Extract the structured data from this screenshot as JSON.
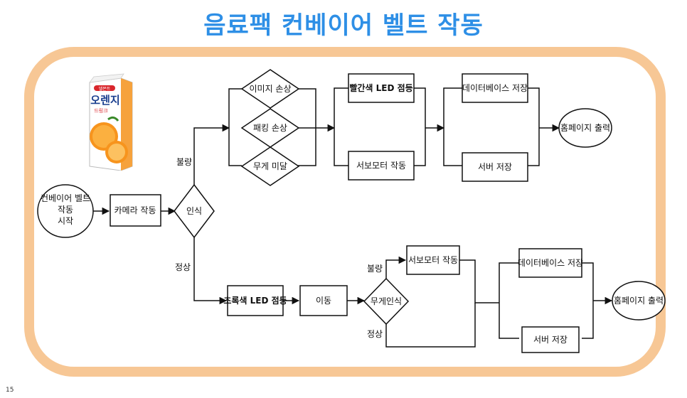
{
  "title": "음료팩 컨베이어 벨트 작동",
  "page_number": "15",
  "product_image": {
    "brand": "델몬트",
    "name": "오렌지",
    "sub": "드링크"
  },
  "nodes": {
    "start": [
      "컨베이어 벨트",
      "작동",
      "시작"
    ],
    "camera": "카메라 작동",
    "recognize": "인식",
    "image_damage": "이미지 손상",
    "pack_damage": "패킹 손상",
    "weight_short": "무게 미달",
    "red_led": "빨간색 LED 점등",
    "servo_top": "서보모터 작동",
    "db_top": "데이터베이스 저장",
    "server_top": "서버 저장",
    "home_top": "홈페이지 출력",
    "green_led": "초록색 LED 점등",
    "move": "이동",
    "weight_recog": "무게인식",
    "servo_bottom": "서보모터 작동",
    "db_bottom": "데이터베이스 저장",
    "server_bottom": "서버 저장",
    "home_bottom": "홈페이지 출력"
  },
  "edge_labels": {
    "defect_top": "불량",
    "normal_top": "정상",
    "defect_bottom": "불량",
    "normal_bottom": "정상"
  }
}
